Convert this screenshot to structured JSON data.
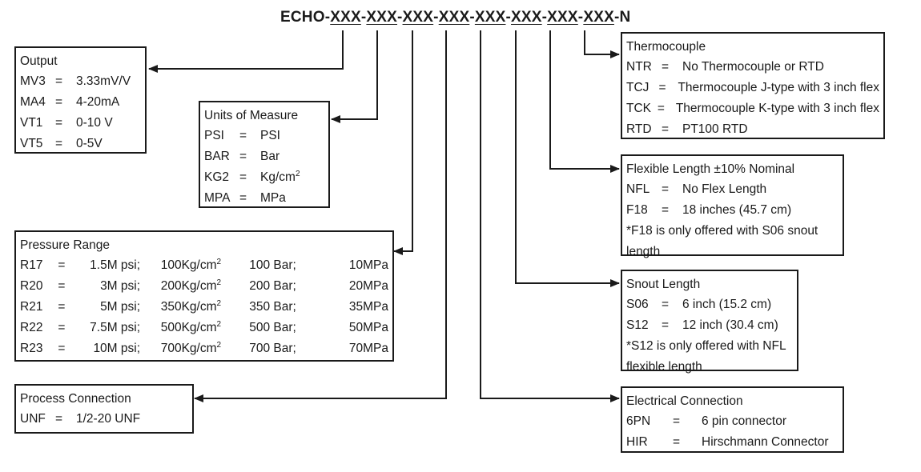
{
  "title": {
    "prefix": "ECHO-",
    "segments": [
      "XXX",
      "XXX",
      "XXX",
      "XXX",
      "XXX",
      "XXX",
      "XXX",
      "XXX"
    ],
    "suffix": "N",
    "separator": "-"
  },
  "output": {
    "header": "Output",
    "rows": [
      {
        "code": "MV3",
        "eq": "=",
        "desc": "3.33mV/V"
      },
      {
        "code": "MA4",
        "eq": "=",
        "desc": "4-20mA"
      },
      {
        "code": "VT1",
        "eq": "=",
        "desc": "0-10 V"
      },
      {
        "code": "VT5",
        "eq": "=",
        "desc": "0-5V"
      }
    ]
  },
  "units": {
    "header": "Units of Measure",
    "rows": [
      {
        "code": "PSI",
        "eq": "=",
        "desc": "PSI"
      },
      {
        "code": "BAR",
        "eq": "=",
        "desc": "Bar"
      },
      {
        "code": "KG2",
        "eq": "=",
        "desc": "Kg/cm",
        "sup": "2"
      },
      {
        "code": "MPA",
        "eq": "=",
        "desc": "MPa"
      }
    ]
  },
  "pressure": {
    "header": "Pressure Range",
    "rows": [
      {
        "code": "R17",
        "eq": "=",
        "psi": "1.5M psi;",
        "kg": "100Kg/cm",
        "sup": "2",
        "bar": "100 Bar;",
        "mpa": "10MPa"
      },
      {
        "code": "R20",
        "eq": "=",
        "psi": "3M psi;",
        "kg": "200Kg/cm",
        "sup": "2",
        "bar": "200 Bar;",
        "mpa": "20MPa"
      },
      {
        "code": "R21",
        "eq": "=",
        "psi": "5M psi;",
        "kg": "350Kg/cm",
        "sup": "2",
        "bar": "350 Bar;",
        "mpa": "35MPa"
      },
      {
        "code": "R22",
        "eq": "=",
        "psi": "7.5M psi;",
        "kg": "500Kg/cm",
        "sup": "2",
        "bar": "500 Bar;",
        "mpa": "50MPa"
      },
      {
        "code": "R23",
        "eq": "=",
        "psi": "10M psi;",
        "kg": "700Kg/cm",
        "sup": "2",
        "bar": "700 Bar;",
        "mpa": "70MPa"
      }
    ]
  },
  "process": {
    "header": "Process Connection",
    "rows": [
      {
        "code": "UNF",
        "eq": "=",
        "desc": "1/2-20 UNF"
      }
    ]
  },
  "thermocouple": {
    "header": "Thermocouple",
    "rows": [
      {
        "code": "NTR",
        "eq": "=",
        "desc": "No Thermocouple or RTD"
      },
      {
        "code": "TCJ",
        "eq": "=",
        "desc": "Thermocouple J-type with 3 inch flex"
      },
      {
        "code": "TCK",
        "eq": "=",
        "desc": "Thermocouple K-type with 3 inch flex"
      },
      {
        "code": "RTD",
        "eq": "=",
        "desc": "PT100 RTD"
      }
    ]
  },
  "flex": {
    "header": "Flexible Length ±10% Nominal",
    "rows": [
      {
        "code": "NFL",
        "eq": "=",
        "desc": "No Flex Length"
      },
      {
        "code": "F18",
        "eq": "=",
        "desc": "18 inches (45.7 cm)"
      }
    ],
    "note": "*F18 is only offered with S06 snout length"
  },
  "snout": {
    "header": "Snout Length",
    "rows": [
      {
        "code": "S06",
        "eq": "=",
        "desc": "6 inch (15.2 cm)"
      },
      {
        "code": "S12",
        "eq": "=",
        "desc": "12 inch (30.4 cm)"
      }
    ],
    "note": "*S12 is only offered with NFL flexible length"
  },
  "electrical": {
    "header": "Electrical Connection",
    "rows": [
      {
        "code": "6PN",
        "eq": "=",
        "desc": "6 pin connector"
      },
      {
        "code": "HIR",
        "eq": "=",
        "desc": "Hirschmann Connector"
      }
    ]
  },
  "colors": {
    "line": "#1a1a1a",
    "background": "#ffffff"
  }
}
